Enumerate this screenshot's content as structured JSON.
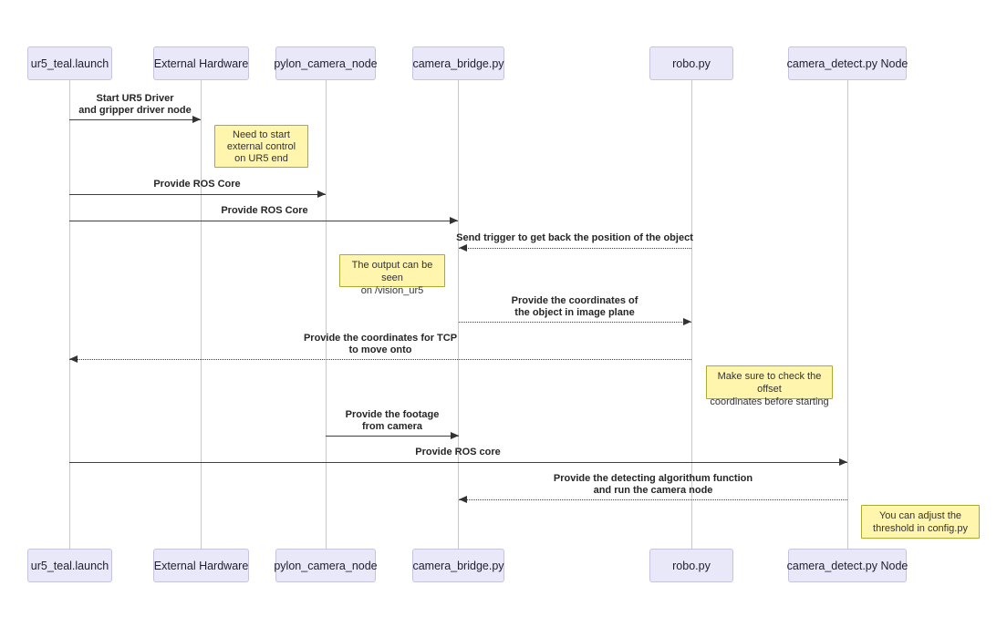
{
  "diagram": {
    "type": "sequence-diagram",
    "colors": {
      "actor_fill": "#e8e8f9",
      "actor_border": "#c4c4e0",
      "note_fill": "#fff5ad",
      "note_border": "#aaaa33",
      "arrow": "#333333",
      "lifeline": "#c9c9c9",
      "background": "#ffffff"
    },
    "actors": [
      {
        "label": "ur5_teal.launch"
      },
      {
        "label": "External Hardware"
      },
      {
        "label": "pylon_camera_node"
      },
      {
        "label": "camera_bridge.py"
      },
      {
        "label": "robo.py"
      },
      {
        "label": "camera_detect.py Node"
      }
    ],
    "messages": [
      {
        "line1": "Start UR5 Driver",
        "line2": "and gripper driver node",
        "style": "solid",
        "from": "ur5_teal.launch",
        "to": "External Hardware"
      },
      {
        "line1": "Provide ROS Core",
        "style": "solid",
        "from": "ur5_teal.launch",
        "to": "pylon_camera_node"
      },
      {
        "line1": "Provide ROS Core",
        "style": "solid",
        "from": "ur5_teal.launch",
        "to": "camera_bridge.py"
      },
      {
        "line1": "Send trigger to get back the position of the object",
        "style": "dashed",
        "from": "robo.py",
        "to": "camera_bridge.py"
      },
      {
        "line1": "Provide the coordinates of",
        "line2": "the object in image plane",
        "style": "dashed",
        "from": "camera_bridge.py",
        "to": "robo.py"
      },
      {
        "line1": "Provide the coordinates for TCP",
        "line2": "to move onto",
        "style": "dashed",
        "from": "robo.py",
        "to": "ur5_teal.launch"
      },
      {
        "line1": "Provide the footage",
        "line2": "from camera",
        "style": "solid",
        "from": "pylon_camera_node",
        "to": "camera_bridge.py"
      },
      {
        "line1": "Provide ROS core",
        "style": "solid",
        "from": "ur5_teal.launch",
        "to": "camera_detect.py Node"
      },
      {
        "line1": "Provide the detecting algorithum function",
        "line2": "and run the camera node",
        "style": "dashed",
        "from": "camera_detect.py Node",
        "to": "camera_bridge.py"
      }
    ],
    "notes": [
      {
        "line1": "Need to start",
        "line2": "external control",
        "line3": "on UR5 end",
        "position": "right of External Hardware"
      },
      {
        "line1": "The output can be seen",
        "line2": "on /vision_ur5",
        "position": "left of camera_bridge.py"
      },
      {
        "line1": "Make sure to check the offset",
        "line2": "coordinates before starting",
        "position": "right of robo.py"
      },
      {
        "line1": "You can adjust the",
        "line2": "threshold in config.py",
        "position": "right of camera_detect.py Node"
      }
    ]
  }
}
